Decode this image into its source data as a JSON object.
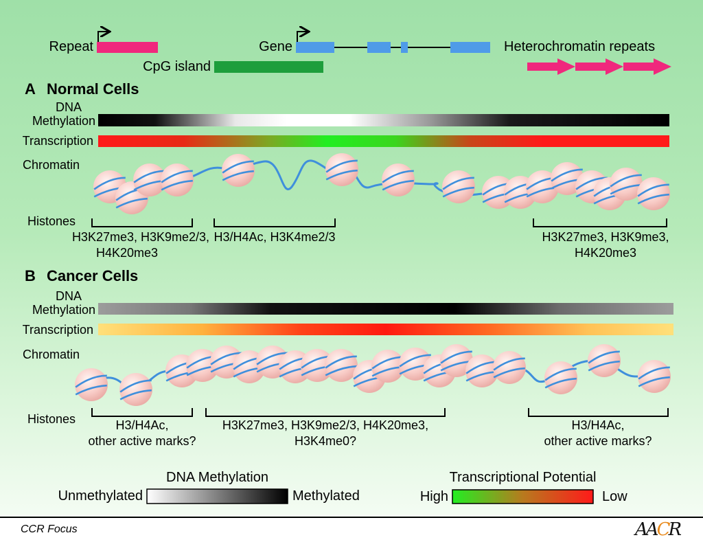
{
  "key": {
    "repeat_label": "Repeat",
    "gene_label": "Gene",
    "cpg_label": "CpG island",
    "hetero_label": "Heterochromatin repeats"
  },
  "panels": [
    {
      "letter": "A",
      "title": "Normal Cells",
      "dna_label_1": "DNA",
      "dna_label_2": "Methylation",
      "transcription_label": "Transcription",
      "chromatin_label": "Chromatin",
      "histones_label": "Histones",
      "histone_groups": [
        {
          "line1": "H3K27me3, H3K9me2/3,",
          "line2": "H4K20me3"
        },
        {
          "line1": "H3/H4Ac, H3K4me2/3",
          "line2": ""
        },
        {
          "line1": "H3K27me3, H3K9me3,",
          "line2": "H4K20me3"
        }
      ]
    },
    {
      "letter": "B",
      "title": "Cancer Cells",
      "dna_label_1": "DNA",
      "dna_label_2": "Methylation",
      "transcription_label": "Transcription",
      "chromatin_label": "Chromatin",
      "histones_label": "Histones",
      "histone_groups": [
        {
          "line1": "H3/H4Ac,",
          "line2": "other active marks?"
        },
        {
          "line1": "H3K27me3, H3K9me2/3, H4K20me3,",
          "line2": "H3K4me0?"
        },
        {
          "line1": "H3/H4Ac,",
          "line2": "other active marks?"
        }
      ]
    }
  ],
  "legend": {
    "methylation_title": "DNA Methylation",
    "unmethylated": "Unmethylated",
    "methylated": "Methylated",
    "transcription_title": "Transcriptional Potential",
    "high": "High",
    "low": "Low"
  },
  "colors": {
    "repeat": "#f0287d",
    "gene_exon": "#4f9be8",
    "cpg": "#1e9e3c",
    "nucleosome": "#f8c9c4",
    "dna_strand": "#3f8fdc"
  },
  "footer": {
    "journal": "CCR Focus",
    "logo": "AACR"
  }
}
